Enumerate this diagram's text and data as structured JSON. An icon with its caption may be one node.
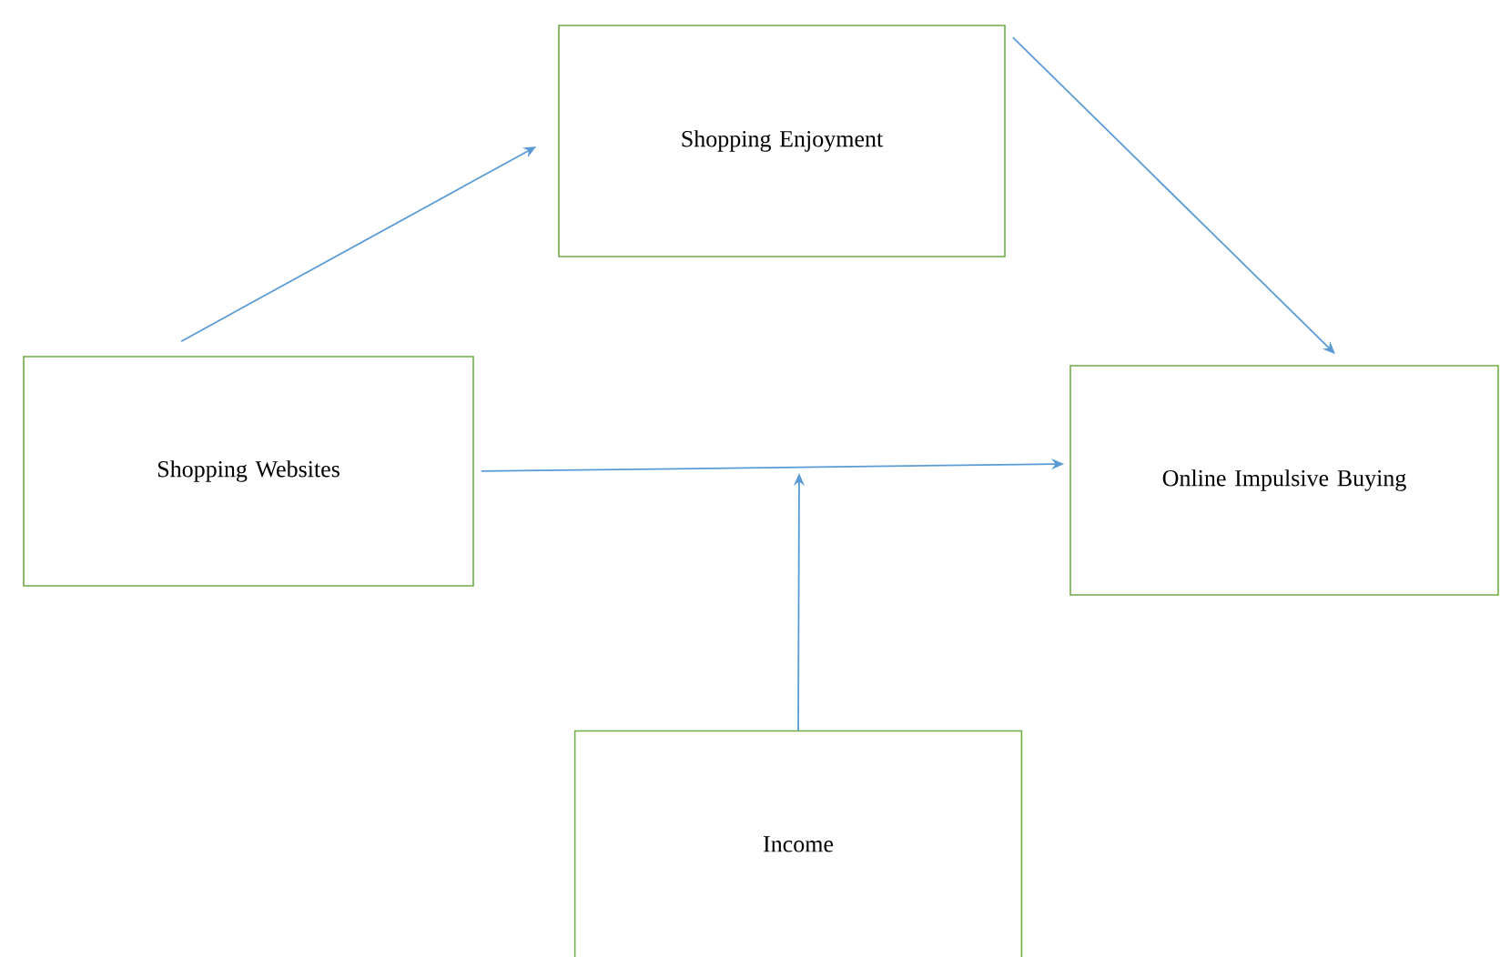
{
  "diagram": {
    "nodes": [
      {
        "text": [
          "Shopping Enjoyment"
        ]
      },
      {
        "text": [
          "Shopping Websites"
        ]
      },
      {
        "text": [
          "Online Impulsive Buying"
        ]
      },
      {
        "text": [
          "Income"
        ]
      }
    ],
    "edges": [
      {
        "from": 1,
        "to": 0,
        "arrow": "to"
      },
      {
        "from": 0,
        "to": 2,
        "arrow": "to"
      },
      {
        "from": 1,
        "to": 2,
        "arrow": "to"
      },
      {
        "from": 3,
        "to": null,
        "arrow": "to"
      }
    ]
  }
}
